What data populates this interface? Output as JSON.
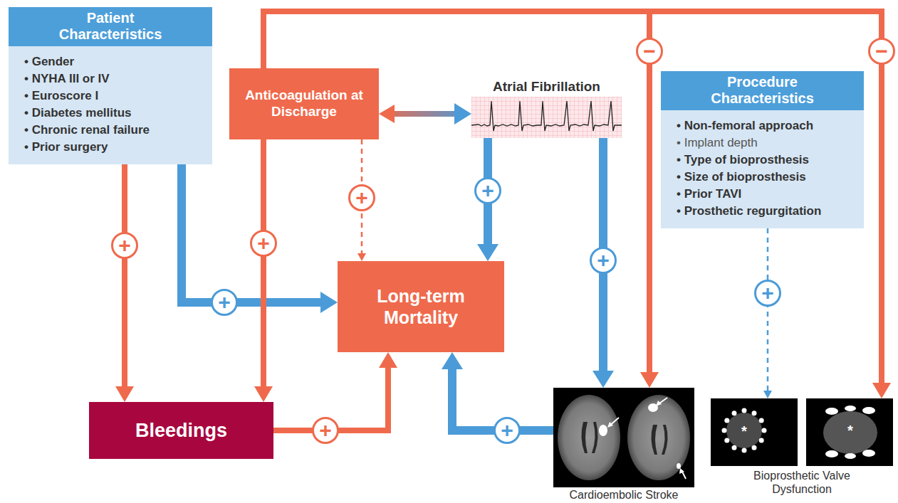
{
  "diagram": {
    "nodes": [
      {
        "text": [
          "Patient Characteristics",
          "• Gender",
          "• NYHA III or IV",
          "• Euroscore I",
          "• Diabetes mellitus",
          "• Chronic renal failure",
          "• Prior surgery"
        ]
      },
      {
        "text": [
          "Anticoagulation at Discharge"
        ]
      },
      {
        "text": [
          "Atrial Fibrillation"
        ]
      },
      {
        "text": [
          "Procedure Characteristics",
          "• Non-femoral approach",
          "• Implant depth",
          "• Type of bioprosthesis",
          "• Size of bioprosthesis",
          "• Prior TAVI",
          "• Prosthetic regurgitation"
        ]
      },
      {
        "text": [
          "Long-term Mortality"
        ]
      },
      {
        "text": [
          "Bleedings"
        ]
      },
      {
        "text": [
          "Cardioembolic Stroke"
        ]
      },
      {
        "text": [
          "Bioprosthetic Valve Dysfunction"
        ]
      }
    ],
    "edges": [
      {
        "from": 0,
        "to": 5,
        "arrow": "to",
        "label": "+"
      },
      {
        "from": 0,
        "to": 4,
        "arrow": "to",
        "label": "+"
      },
      {
        "from": 1,
        "to": 5,
        "arrow": "to",
        "label": "+"
      },
      {
        "from": 1,
        "to": 4,
        "arrow": "to",
        "label": "+"
      },
      {
        "from": 1,
        "to": 2,
        "arrow": "both"
      },
      {
        "from": 2,
        "to": 4,
        "arrow": "to",
        "label": "+"
      },
      {
        "from": 2,
        "to": 6,
        "arrow": "to",
        "label": "+"
      },
      {
        "from": 1,
        "to": 6,
        "arrow": "to",
        "label": "−"
      },
      {
        "from": 1,
        "to": 7,
        "arrow": "to",
        "label": "−"
      },
      {
        "from": 3,
        "to": 7,
        "arrow": "to",
        "label": "+"
      },
      {
        "from": 5,
        "to": 4,
        "arrow": "to",
        "label": "+"
      },
      {
        "from": 6,
        "to": 4,
        "arrow": "to",
        "label": "+"
      }
    ],
    "labels": [
      "*",
      "*"
    ]
  }
}
